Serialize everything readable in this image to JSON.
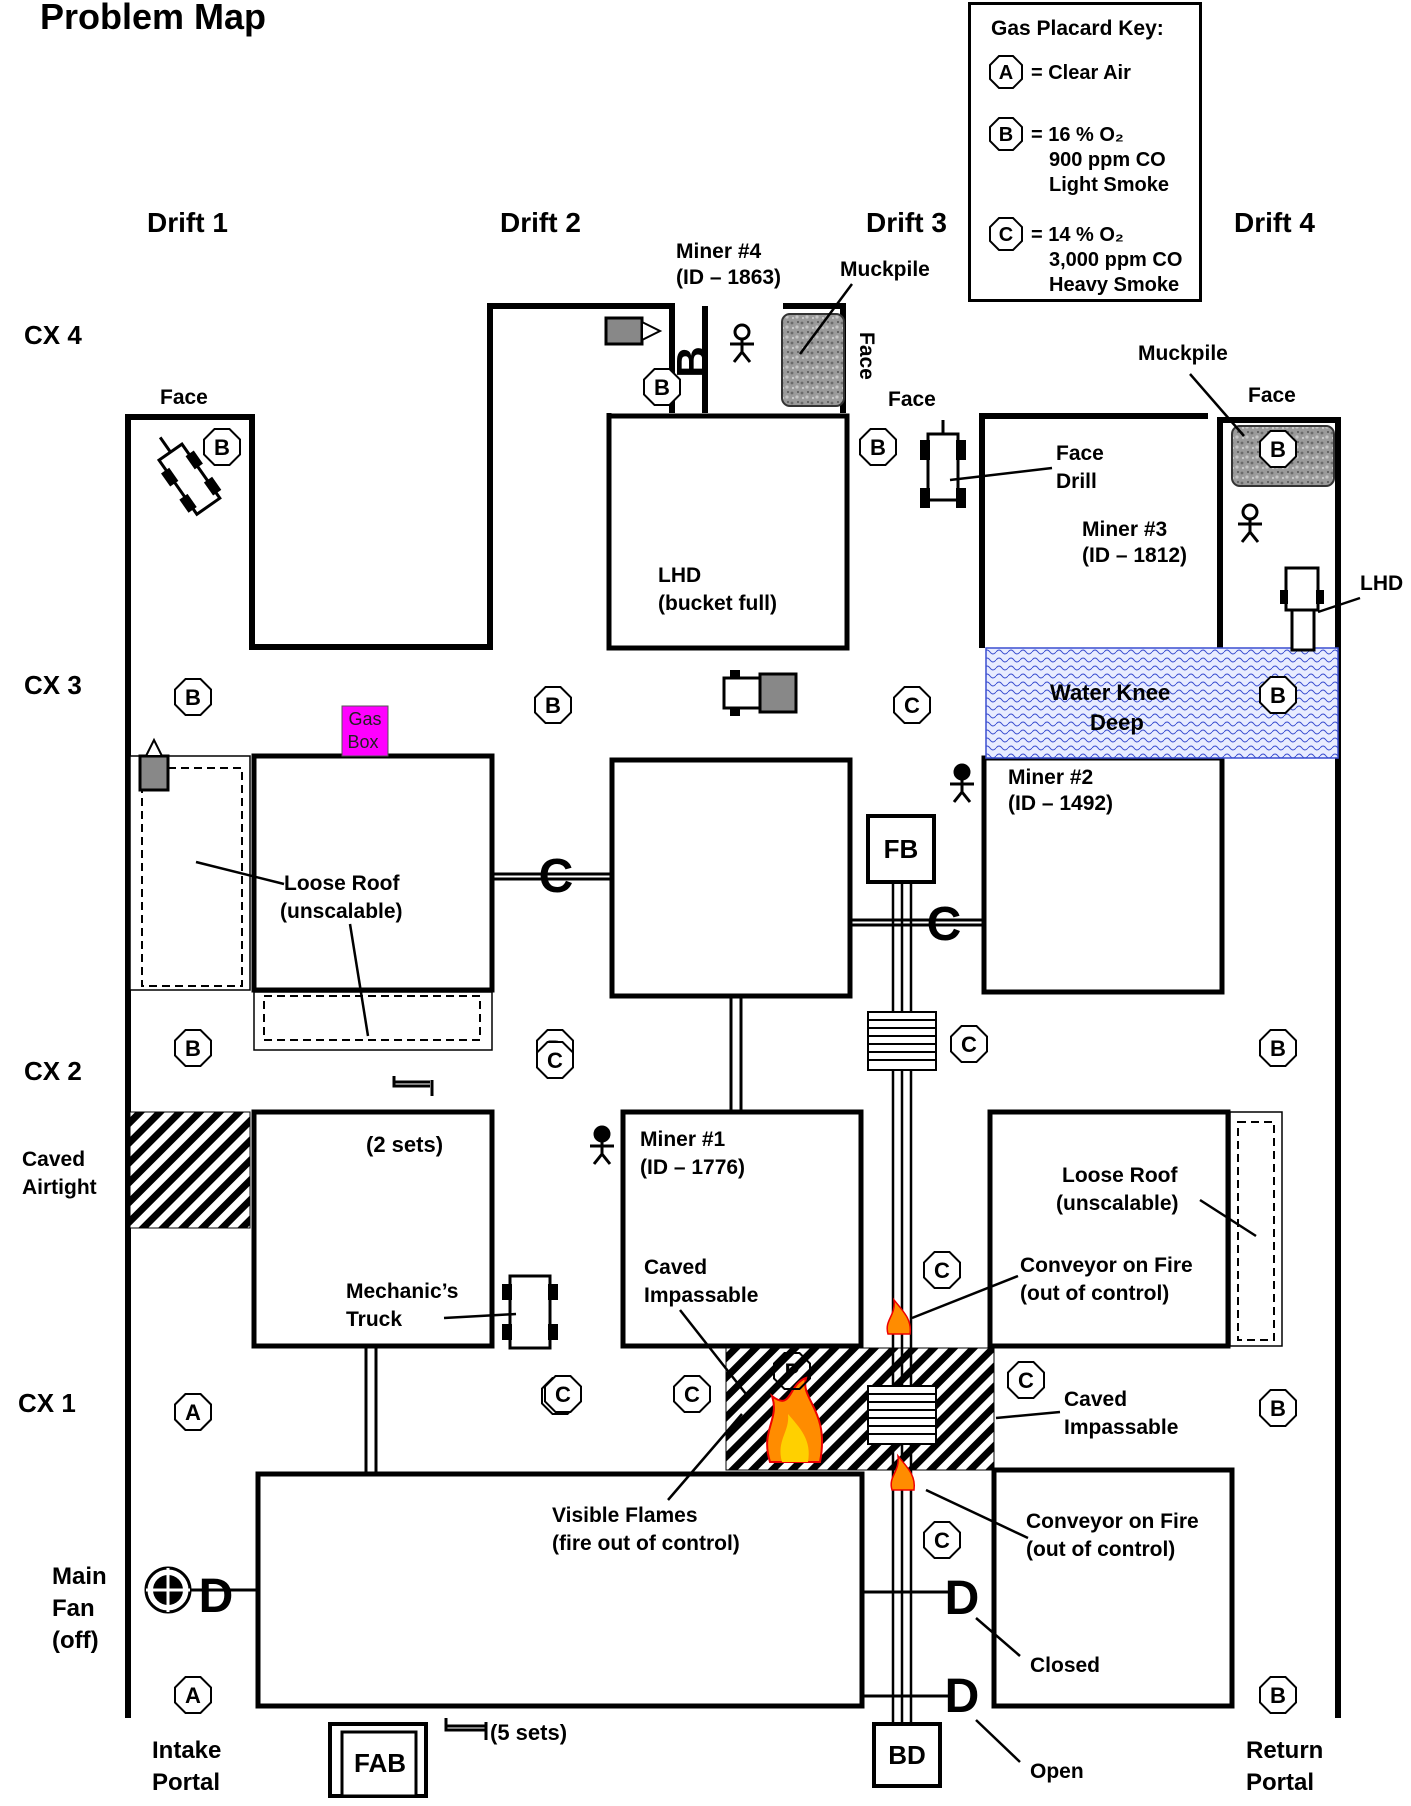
{
  "title": "Problem Map",
  "key": {
    "title": "Gas Placard Key:",
    "items": [
      {
        "letter": "A",
        "lines": [
          "= Clear Air"
        ]
      },
      {
        "letter": "B",
        "lines": [
          "= 16 % O₂",
          "900 ppm CO",
          "Light Smoke"
        ]
      },
      {
        "letter": "C",
        "lines": [
          "= 14 % O₂",
          "3,000 ppm CO",
          "Heavy Smoke"
        ]
      }
    ]
  },
  "drifts": [
    "Drift 1",
    "Drift 2",
    "Drift 3",
    "Drift 4"
  ],
  "crosscuts": [
    "CX 4",
    "CX 3",
    "CX 2",
    "CX 1"
  ],
  "labels": {
    "face": "Face",
    "muckpile": "Muckpile",
    "face_drill": [
      "Face",
      "Drill"
    ],
    "lhd_bucket": [
      "LHD",
      "(bucket full)"
    ],
    "lhd": "LHD",
    "gas_box": [
      "Gas",
      "Box"
    ],
    "loose_roof": [
      "Loose Roof",
      "(unscalable)"
    ],
    "water": [
      "Water Knee",
      "Deep"
    ],
    "two_sets": "(2 sets)",
    "five_sets": "(5 sets)",
    "caved_airtight": [
      "Caved",
      "Airtight"
    ],
    "mechanics_truck": [
      "Mechanic’s",
      "Truck"
    ],
    "caved_impassable": [
      "Caved",
      "Impassable"
    ],
    "conveyor_fire": [
      "Conveyor on Fire",
      "(out of control)"
    ],
    "visible_flames": [
      "Visible Flames",
      "(fire out of control)"
    ],
    "main_fan": [
      "Main",
      "Fan",
      "(off)"
    ],
    "closed": "Closed",
    "open": "Open",
    "intake_portal": [
      "Intake",
      "Portal"
    ],
    "return_portal": [
      "Return",
      "Portal"
    ],
    "fab": "FAB",
    "fb": "FB",
    "bd": "BD",
    "stopping_b": "B",
    "stopping_c": "C",
    "door_d": "D"
  },
  "miners": [
    {
      "name": "Miner #4",
      "id": "(ID – 1863)"
    },
    {
      "name": "Miner #3",
      "id": "(ID – 1812)"
    },
    {
      "name": "Miner #2",
      "id": "(ID – 1492)"
    },
    {
      "name": "Miner #1",
      "id": "(ID – 1776)"
    }
  ],
  "placards": [
    "B",
    "B",
    "B",
    "B",
    "B",
    "B",
    "B",
    "B",
    "C",
    "B",
    "B",
    "C",
    "B",
    "C",
    "C",
    "A",
    "C",
    "C",
    "C",
    "C",
    "B",
    "A",
    "C",
    "B",
    "P"
  ]
}
